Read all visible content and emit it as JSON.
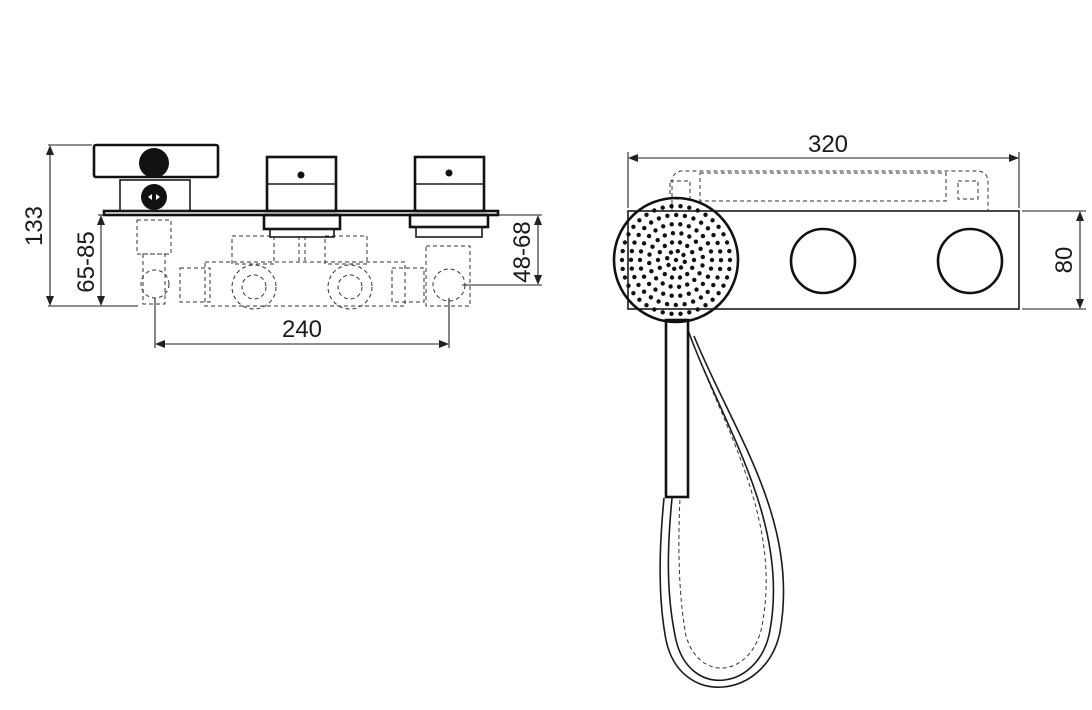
{
  "dimensions": {
    "side_height": "133",
    "side_inlet_range": "65-85",
    "side_outlet_range": "48-68",
    "side_width": "240",
    "front_width": "320",
    "front_height": "80"
  }
}
